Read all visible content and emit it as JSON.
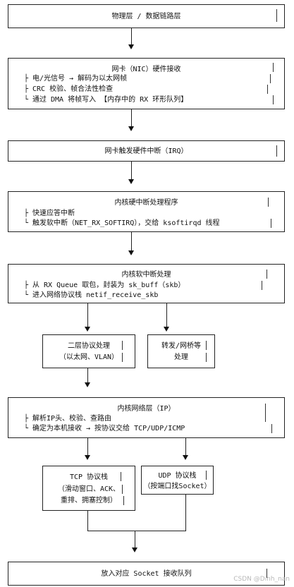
{
  "layer_phy": {
    "title": "物理层 / 数据链路层"
  },
  "nic_rx": {
    "title": "网卡（NIC）硬件接收",
    "lines": [
      "电/光信号 → 解码为以太网帧",
      "CRC 校验、帧合法性检查",
      "通过 DMA 将帧写入 【内存中的 RX 环形队列】"
    ]
  },
  "irq": {
    "title": "网卡触发硬件中断（IRQ）"
  },
  "hard_handler": {
    "title": "内核硬中断处理程序",
    "lines": [
      "快速应答中断",
      "触发软中断（NET_RX_SOFTIRQ），交给 ksoftirqd 线程"
    ]
  },
  "softirq": {
    "title": "内核软中断处理",
    "lines": [
      "从 RX Queue 取包，封装为 sk_buff（skb）",
      "进入网络协议栈 netif_receive_skb"
    ]
  },
  "l2": {
    "title": "二层协议处理",
    "sub": "（以太网、VLAN）"
  },
  "bridge": {
    "title": "转发/网桥等",
    "sub": "处理"
  },
  "ip_layer": {
    "title": "内核网络层（IP）",
    "lines": [
      "解析IP头、校验、查路由",
      "确定为本机接收 → 按协议交给 TCP/UDP/ICMP"
    ]
  },
  "tcp": {
    "title": "TCP 协议栈",
    "lines": [
      "（滑动窗口、ACK、",
      "重排、拥塞控制）"
    ]
  },
  "udp": {
    "title": "UDP 协议栈",
    "lines": [
      "（按端口找Socket）"
    ]
  },
  "socket_queue": {
    "title": "放入对应 Socket 接收队列"
  },
  "watermark": "CSDN @Dinh_nan"
}
